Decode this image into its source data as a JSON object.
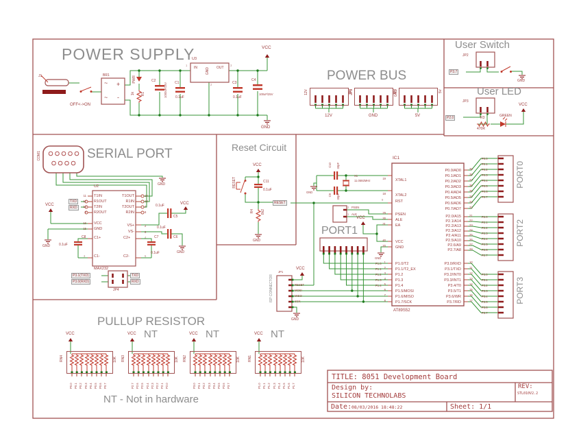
{
  "colors": {
    "wire_green": "#359335",
    "schematic_maroon": "#a05252",
    "component_red": "#c0392b",
    "title_gray": "#8d8d8d"
  },
  "power_supply": {
    "title": "POWER SUPPLY",
    "j1": "J1",
    "switch_label": "OFF<->ON",
    "bridge": "BR1",
    "bridge_marks": [
      "~",
      "+",
      "~",
      "-"
    ],
    "led_name": "PWR",
    "r1_name": "R1",
    "r1_value": "1k",
    "c2_name": "C2",
    "c2_value": "1000uF/25V",
    "c1_name": "C1",
    "c1_value": "0.1uF",
    "reg_name": "U3",
    "reg_in": "IN",
    "reg_gnd": "GND",
    "reg_out": "OUT",
    "reg_pin1": "1",
    "reg_pin2": "2",
    "reg_pin3": "3",
    "c3_name": "C3",
    "c3_value": "0.1uF",
    "c4_name": "C4",
    "c4_value": "100uF/25V",
    "vcc": "VCC",
    "gnd": "GND"
  },
  "power_bus": {
    "title": "POWER BUS",
    "headers": [
      {
        "side_left": "12V",
        "side_right": "JP5",
        "label": "12V"
      },
      {
        "side_left": "JP6",
        "side_right": "GND",
        "label": "GND"
      },
      {
        "side_left": "JP7",
        "side_right": "5V",
        "label": "5V"
      }
    ]
  },
  "user_switch": {
    "title": "User Switch",
    "conn": "JP2",
    "net": "P3.7",
    "gnd": "GND"
  },
  "user_led": {
    "title": "User LED",
    "conn": "JP3",
    "net": "P2.0",
    "r_name": "R3",
    "r_value": "470R",
    "led_color": "GREEN",
    "vcc": "VCC"
  },
  "serial_port": {
    "title": "SERIAL PORT",
    "conn": "COM1",
    "gnd_top": "GND",
    "u2_ref": "U2",
    "u2_part": "MAX232",
    "left_pin_names": [
      "T1IN",
      "R1OUT",
      "T2IN",
      "R2OUT"
    ],
    "left_pin_nums": [
      "11",
      "12",
      "10",
      "9"
    ],
    "right_pin_names": [
      "T1OUT",
      "R1IN",
      "T2OUT",
      "R2IN"
    ],
    "right_pin_nums": [
      "14",
      "13",
      "7",
      "8"
    ],
    "pwr_pin_names": [
      "VCC",
      "GND"
    ],
    "pwr_pin_nums": [
      "16",
      "15"
    ],
    "vs_pin_names": [
      "VS+",
      "VS-"
    ],
    "vs_pin_nums": [
      "2",
      "6"
    ],
    "c1p": "C1+",
    "c1m": "C1-",
    "c1p_num": "1",
    "c1m_num": "3",
    "c2p": "C2+",
    "c2m": "C2-",
    "c2p_num": "4",
    "c2m_num": "5",
    "txd_box": "TXD",
    "rxd_box": "RXD",
    "vcc_left": "VCC",
    "gnd_left": "GND",
    "c8_name": "C8",
    "c8_value": "0.1uF",
    "c7_name": "C7",
    "c7_value": "0.1uF",
    "c5_name": "C5",
    "c5_value": "0.1uF",
    "c6_name": "C6",
    "c6_value": "0.1uF",
    "vcc_right": "VCC",
    "gnd_right": "GND",
    "jp4": "JP4",
    "jp4_left": [
      "P3.1(TXD)",
      "P3.0(RXD)"
    ],
    "jp4_right": [
      "TXD",
      "RXD"
    ]
  },
  "reset_circuit": {
    "title": "Reset Circuit",
    "vcc": "VCC",
    "button": "RESET",
    "c11_name": "C11",
    "c11_value": "0.1uF",
    "net": "RESET",
    "r_name": "R4",
    "r_value": "8k2",
    "gnd": "GND"
  },
  "xtal": {
    "c10_name": "C10",
    "c10_value": "33pF",
    "c9_name": "C9",
    "c9_value": "33pF",
    "x1_name": "X1",
    "x1_value": "11.0592MHz",
    "gnd": "GND"
  },
  "psen_ale": {
    "labels": [
      "PSEN",
      "ALE"
    ],
    "nums": [
      "2",
      "1"
    ]
  },
  "ea_vcc": "VCC",
  "mid_gnd": "GND",
  "mcu": {
    "ref": "IC1",
    "part": "AT89S52",
    "xtal_pins": [
      "XTAL1",
      "XTAL2"
    ],
    "xtal_nums": [
      "19",
      "18"
    ],
    "rst_pin": "RST",
    "rst_num": "9",
    "ctrl_pins": [
      "PSEN",
      "ALE",
      "EA"
    ],
    "ctrl_nums": [
      "29",
      "30",
      "31"
    ],
    "pwr_pins": [
      "VCC",
      "GND"
    ],
    "pwr_nums": [
      "40",
      "20"
    ],
    "p1_pins": [
      "P1.0/T2",
      "P1.1/T2_EX",
      "P1.2",
      "P1.3",
      "P1.4",
      "P1.5/MOSI",
      "P1.6/MISO",
      "P1.7/SCK"
    ],
    "p1_nums": [
      "1",
      "2",
      "3",
      "4",
      "5",
      "6",
      "7",
      "8"
    ],
    "p0_pins": [
      "P0.0/AD0",
      "P0.1/AD1",
      "P0.2/AD2",
      "P0.3/AD3",
      "P0.4/AD4",
      "P0.5/AD5",
      "P0.6/AD6",
      "P0.7/AD7"
    ],
    "p0_nums": [
      "39",
      "38",
      "37",
      "36",
      "35",
      "34",
      "33",
      "32"
    ],
    "p2_pins": [
      "P2.0/A15",
      "P2.1/A14",
      "P2.2/A13",
      "P2.3/A12",
      "P2.4/A11",
      "P2.5/A10",
      "P2.6/A9",
      "P2.7/A8"
    ],
    "p2_nums": [
      "21",
      "22",
      "23",
      "24",
      "25",
      "26",
      "27",
      "28"
    ],
    "p3_pins": [
      "P3.0/RXD",
      "P3.1/TXD",
      "P3.2/INT0",
      "P3.3/INT1",
      "P3.4/T0",
      "P3.5/T1",
      "P3.6/WR",
      "P3.7/RD"
    ],
    "p3_nums": [
      "10",
      "11",
      "12",
      "13",
      "14",
      "15",
      "16",
      "17"
    ]
  },
  "port1": {
    "title": "PORT1",
    "net_labels": [
      "P1.0",
      "P1.1",
      "P1.2",
      "P1.3",
      "P1.4"
    ]
  },
  "isp": {
    "rotated": "ISP CONNECTOR",
    "ref": "JP1",
    "vcc": "VCC",
    "gnd": "GND",
    "labels": [
      "RESET",
      "MOSI",
      "MISO",
      "SCK"
    ]
  },
  "ports": [
    {
      "title": "PORT0",
      "nets": [
        "P0.0",
        "P0.1",
        "P0.2",
        "P0.3",
        "P0.4",
        "P0.5",
        "P0.6",
        "P0.7"
      ]
    },
    {
      "title": "PORT2",
      "nets": [
        "P2.0",
        "P2.1",
        "P2.2",
        "P2.3",
        "P2.4",
        "P2.5",
        "P2.6",
        "P2.7"
      ]
    },
    {
      "title": "PORT3",
      "nets": [
        "P3.0",
        "P3.1",
        "P3.2",
        "P3.3",
        "P3.4",
        "P3.5",
        "P3.6",
        "P3.7"
      ]
    }
  ],
  "pullups": {
    "title": "PULLUP RESISTOR",
    "note": "NT - Not in hardware",
    "networks": [
      {
        "ref": "RN4",
        "value": "10K",
        "vcc": "VCC",
        "nt": "",
        "pins": [
          "P0.0",
          "P0.1",
          "P0.2",
          "P0.3",
          "P0.4",
          "P0.5",
          "P0.6",
          "P0.7"
        ]
      },
      {
        "ref": "RN3",
        "value": "10K",
        "vcc": "VCC",
        "nt": "NT",
        "pins": [
          "P2.7",
          "P2.6",
          "P2.5",
          "P2.4",
          "P2.3",
          "P2.2",
          "P2.1",
          "P2.0"
        ]
      },
      {
        "ref": "RN2",
        "value": "10K",
        "vcc": "VCC",
        "nt": "NT",
        "pins": [
          "P3.0",
          "P3.1",
          "P3.2",
          "P3.3",
          "P3.4",
          "P3.5",
          "P3.6",
          "P3.7"
        ]
      },
      {
        "ref": "RN1",
        "value": "10K",
        "vcc": "VCC",
        "nt": "NT",
        "pins": [
          "P1.0",
          "P1.1",
          "P1.2",
          "P1.3",
          "P1.4",
          "P1.5",
          "P1.6",
          "P1.7"
        ]
      }
    ]
  },
  "title_block": {
    "title": "TITLE: 8051 Development Board",
    "design_by": "Design by:",
    "company": "SILICON TECHNOLABS",
    "rev_label": "REV:",
    "rev_value": "STL010V2.2",
    "date_label": "Date:",
    "date_value": "08/03/2016 18:48:22",
    "sheet": "Sheet: 1/1"
  }
}
